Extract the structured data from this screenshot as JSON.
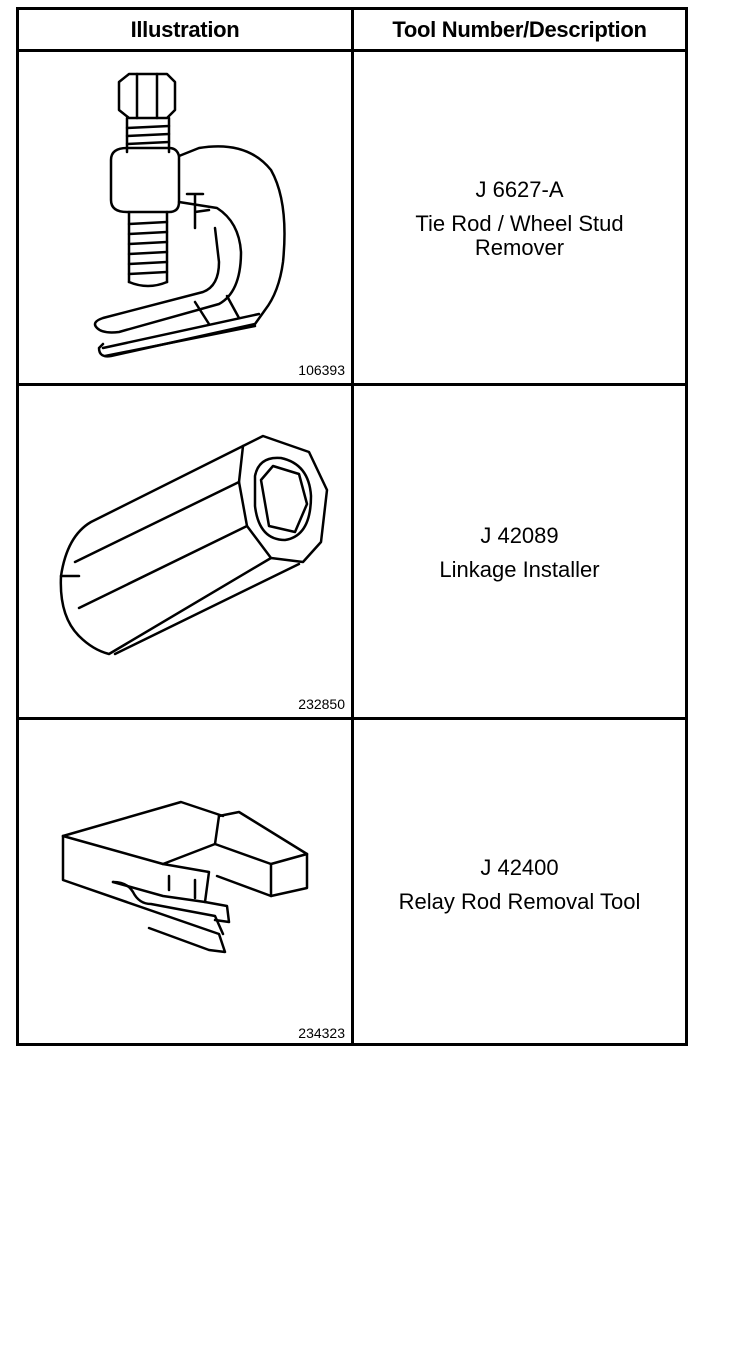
{
  "table": {
    "header": {
      "illustration": "Illustration",
      "tool": "Tool Number/Description"
    },
    "rows": [
      {
        "figure_number": "106393",
        "tool_number": "J 6627-A",
        "description": "Tie Rod / Wheel Stud Remover",
        "illustration_icon": "tie-rod-remover-icon"
      },
      {
        "figure_number": "232850",
        "tool_number": "J 42089",
        "description": "Linkage Installer",
        "illustration_icon": "linkage-installer-icon"
      },
      {
        "figure_number": "234323",
        "tool_number": "J 42400",
        "description": "Relay Rod Removal Tool",
        "illustration_icon": "relay-rod-removal-tool-icon"
      }
    ]
  }
}
